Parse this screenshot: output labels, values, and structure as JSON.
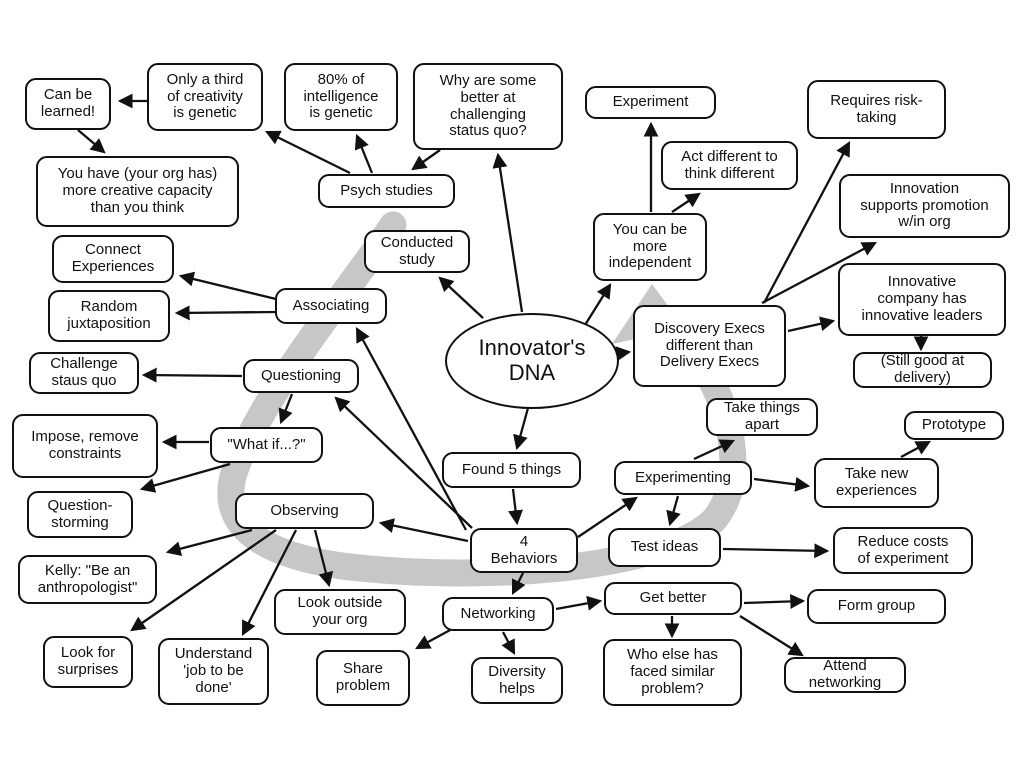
{
  "title": "Innovator's DNA mind map",
  "colors": {
    "node_border": "#111111",
    "node_fill": "#ffffff",
    "arrow": "#111111",
    "loop_arrow": "#c7c7c7"
  },
  "nodes": {
    "dna": {
      "label": "Innovator's\nDNA"
    },
    "can_be_learned": {
      "label": "Can be\nlearned!"
    },
    "only_third": {
      "label": "Only a third\nof creativity\nis genetic"
    },
    "you_have": {
      "label": "You have (your org has)\nmore creative capacity\nthan you think"
    },
    "intelligence": {
      "label": "80% of\nintelligence\nis genetic"
    },
    "why_some": {
      "label": "Why are some\nbetter at\nchallenging\nstatus quo?"
    },
    "psych": {
      "label": "Psych studies"
    },
    "experiment": {
      "label": "Experiment"
    },
    "requires_risk": {
      "label": "Requires risk-\ntaking"
    },
    "act_different": {
      "label": "Act different to\nthink different"
    },
    "innovation_supports": {
      "label": "Innovation\nsupports promotion\nw/in org"
    },
    "you_can_be": {
      "label": "You can be\nmore\nindependent"
    },
    "conducted": {
      "label": "Conducted\nstudy"
    },
    "discovery": {
      "label": "Discovery Execs\ndifferent than\nDelivery Execs"
    },
    "innovative_company": {
      "label": "Innovative\ncompany has\ninnovative leaders"
    },
    "still_good": {
      "label": "(Still good at\ndelivery)"
    },
    "associating": {
      "label": "Associating"
    },
    "connect_exp": {
      "label": "Connect\nExperiences"
    },
    "random_jux": {
      "label": "Random\njuxtaposition"
    },
    "challenge": {
      "label": "Challenge\nstaus quo"
    },
    "questioning": {
      "label": "Questioning"
    },
    "take_things": {
      "label": "Take things\napart"
    },
    "impose": {
      "label": "Impose, remove\nconstraints"
    },
    "what_if": {
      "label": "\"What if...?\""
    },
    "question_storming": {
      "label": "Question-\nstorming"
    },
    "observing": {
      "label": "Observing"
    },
    "kelly": {
      "label": "Kelly: \"Be an\nanthropologist\""
    },
    "found5": {
      "label": "Found 5 things"
    },
    "experimenting": {
      "label": "Experimenting"
    },
    "behaviors4": {
      "label": "4\nBehaviors"
    },
    "test_ideas": {
      "label": "Test ideas"
    },
    "take_new": {
      "label": "Take new\nexperiences"
    },
    "prototype": {
      "label": "Prototype"
    },
    "reduce_costs": {
      "label": "Reduce costs\nof experiment"
    },
    "look_outside": {
      "label": "Look outside\nyour org"
    },
    "networking": {
      "label": "Networking"
    },
    "get_better": {
      "label": "Get better"
    },
    "look_surprises": {
      "label": "Look for\nsurprises"
    },
    "understand_job": {
      "label": "Understand\n'job to be\ndone'"
    },
    "share_problem": {
      "label": "Share\nproblem"
    },
    "diversity": {
      "label": "Diversity\nhelps"
    },
    "who_else": {
      "label": "Who else has\nfaced similar\nproblem?"
    },
    "form_group": {
      "label": "Form group"
    },
    "attend": {
      "label": "Attend\nnetworking"
    }
  }
}
